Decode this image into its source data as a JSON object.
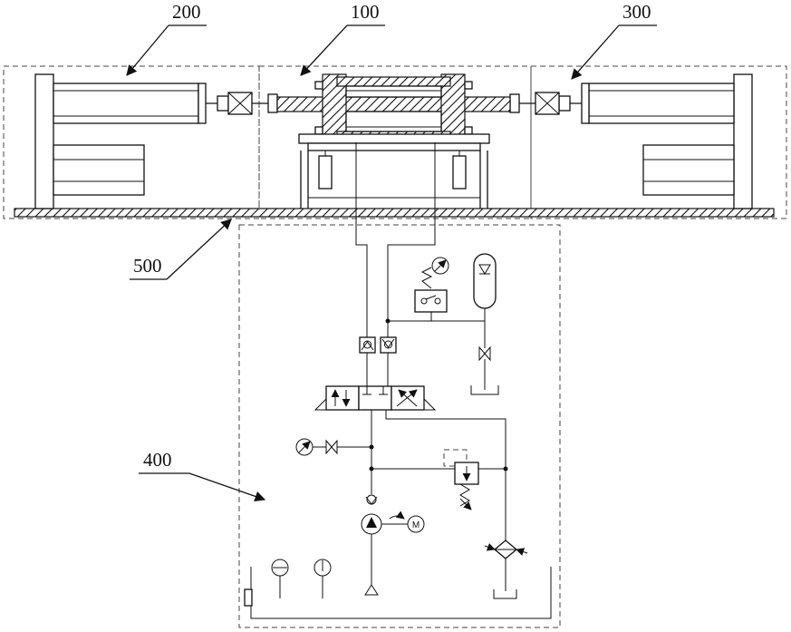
{
  "labels": {
    "callout_200": "200",
    "callout_100": "100",
    "callout_300": "300",
    "callout_500": "500",
    "callout_400": "400"
  },
  "symbols": {
    "motor": "M"
  }
}
